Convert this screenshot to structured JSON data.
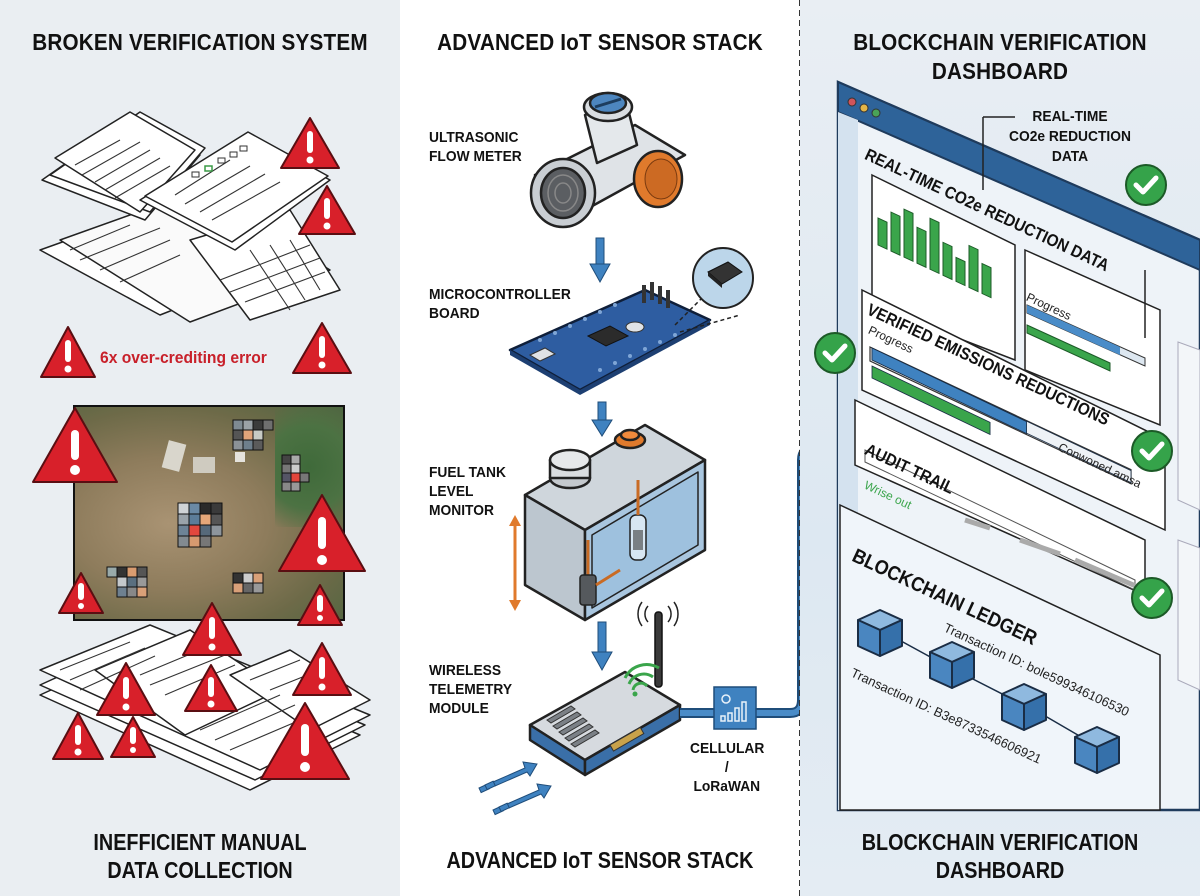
{
  "panels": {
    "left": {
      "title": "BROKEN VERIFICATION SYSTEM",
      "error_label": "6x over-crediting error",
      "footer_line1": "INEFFICIENT MANUAL",
      "footer_line2": "DATA COLLECTION"
    },
    "middle": {
      "title": "ADVANCED IoT SENSOR STACK",
      "components": [
        {
          "line1": "ULTRASONIC",
          "line2": "FLOW METER"
        },
        {
          "line1": "MICROCONTROLLER",
          "line2": "BOARD"
        },
        {
          "line1": "FUEL TANK",
          "line2": "LEVEL",
          "line3": "MONITOR"
        },
        {
          "line1": "WIRELESS",
          "line2": "TELEMETRY",
          "line3": "MODULE"
        }
      ],
      "network_label_line1": "CELLULAR /",
      "network_label_line2": "LoRaWAN",
      "footer": "ADVANCED IoT SENSOR STACK"
    },
    "right": {
      "title_line1": "BLOCKCHAIN VERIFICATION",
      "title_line2": "DASHBOARD",
      "callout_line1": "REAL-TIME",
      "callout_line2": "CO2e REDUCTION",
      "callout_line3": "DATA",
      "dashboard": {
        "chart_card_title": "REAL-TIME CO2e REDUCTION DATA",
        "progress_label": "Progress",
        "emissions_title": "VERIFIED EMISSIONS REDUCTIONS",
        "emissions_progress_label": "Progress",
        "emissions_blue_progress": 0.6,
        "emissions_green_progress": 0.46,
        "emissions_status": "Conwoned amsa",
        "audit_title": "AUDIT TRAIL",
        "audit_sub": "Wrise out",
        "ledger_title": "BLOCKCHAIN LEDGER",
        "tx1": "Transaction ID: bole599346106530",
        "tx2": "Transaction ID: B3e8733546606921",
        "mini_bars": [
          0.45,
          0.65,
          0.8,
          0.6,
          0.85,
          0.55,
          0.4,
          0.7,
          0.5
        ]
      },
      "footer_line1": "BLOCKCHAIN VERIFICATION",
      "footer_line2": "DASHBOARD"
    }
  },
  "colors": {
    "alert_red": "#d8202a",
    "accent_blue": "#3f82c0",
    "check_green": "#35a34a",
    "bar_green": "#3aa54b",
    "orange": "#e07a2c",
    "dark_blue": "#2a5d8f"
  }
}
